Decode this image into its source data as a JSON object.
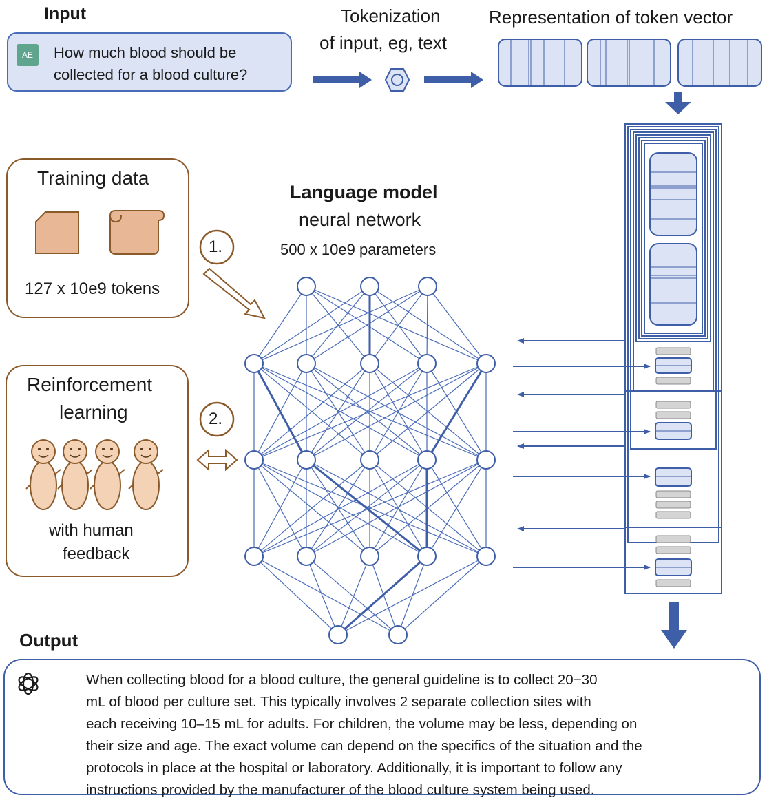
{
  "input": {
    "heading": "Input",
    "badge": "AE",
    "line1": "How much blood should be",
    "line2": "collected for a blood culture?"
  },
  "tokenization": {
    "line1": "Tokenization",
    "line2": "of input, eg, text"
  },
  "representation": {
    "title": "Representation of token vector"
  },
  "training": {
    "title": "Training data",
    "caption": "127 x 10e9 tokens",
    "step": "1."
  },
  "reinforcement": {
    "line1": "Reinforcement",
    "line2": "learning",
    "caption1": "with human",
    "caption2": "feedback",
    "step": "2."
  },
  "model": {
    "title": "Language model",
    "subtitle": "neural network",
    "params": "500 x 10e9 parameters"
  },
  "output": {
    "heading": "Output",
    "lines": [
      "When collecting blood for a blood culture, the general guideline is to collect  20−30",
      "mL  of blood per culture set. This typically involves 2 separate collection sites with",
      "each receiving 10–15 mL for adults. For children, the volume may be less, depending on",
      "their size and age. The exact volume can depend on the specifics of the situation and the",
      "protocols in place at the hospital or laboratory. Additionally, it is important to follow any",
      "instructions provided by the manufacturer of the blood culture system being used."
    ]
  },
  "colors": {
    "blue": "#3f5ea8",
    "light_blue": "#dbe3f4",
    "brown": "#8b5a2b",
    "tan": "#e8b896",
    "badge_green": "#5fa48d"
  },
  "icons": [
    "chat-message-icon",
    "tokenizer-hexagon-icon",
    "document-icon",
    "scroll-icon",
    "person-icon",
    "openai-logo-icon",
    "arrow-icon"
  ]
}
